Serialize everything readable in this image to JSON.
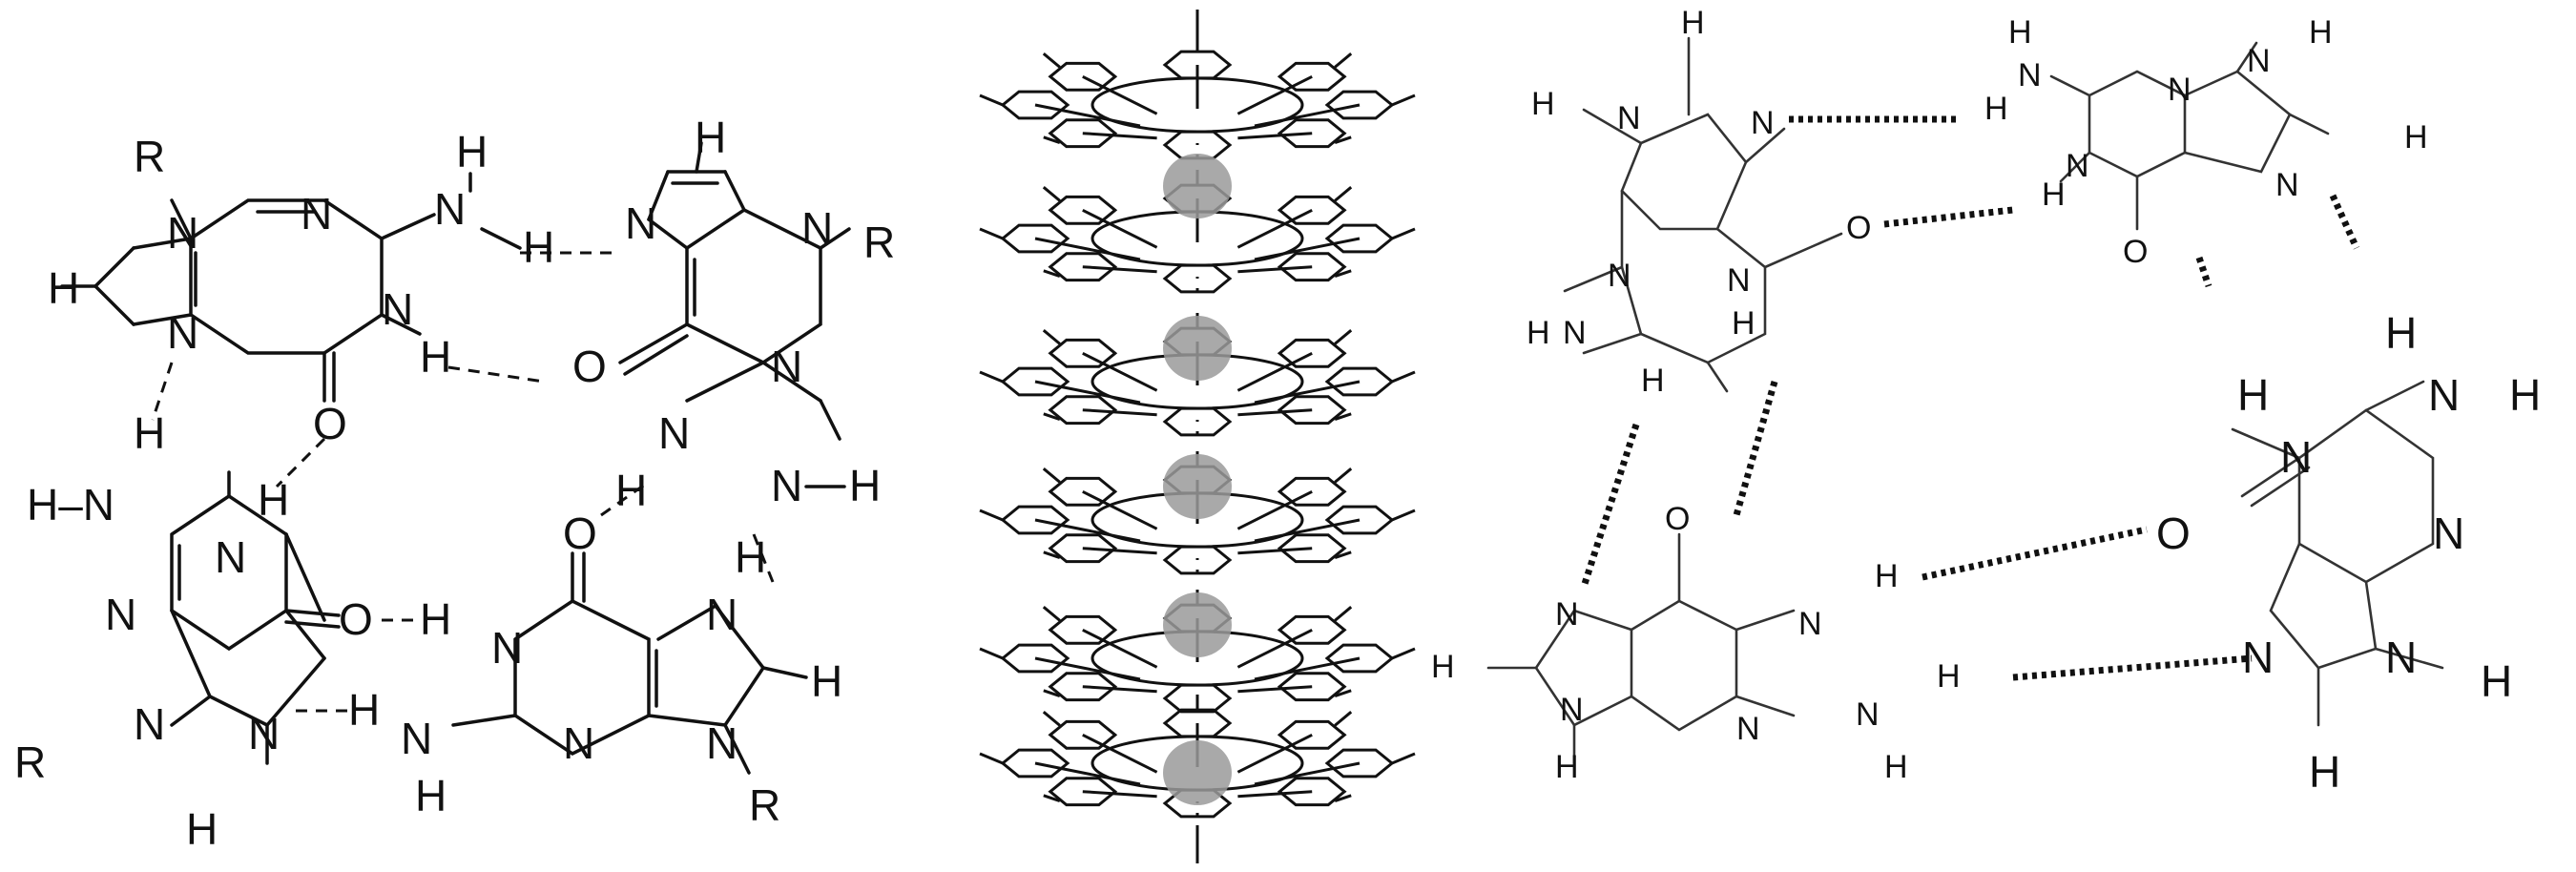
{
  "figure": {
    "panel_left": {
      "substituent": "R",
      "atoms": {
        "N": "N",
        "H": "H",
        "O": "O"
      },
      "amino_labels": {
        "nh": "N–H",
        "hn": "H–N",
        "h_n": "H–N",
        "nh2": "N–H"
      }
    },
    "panel_right": {
      "atoms": {
        "N": "N",
        "H": "H",
        "O": "O"
      }
    }
  }
}
